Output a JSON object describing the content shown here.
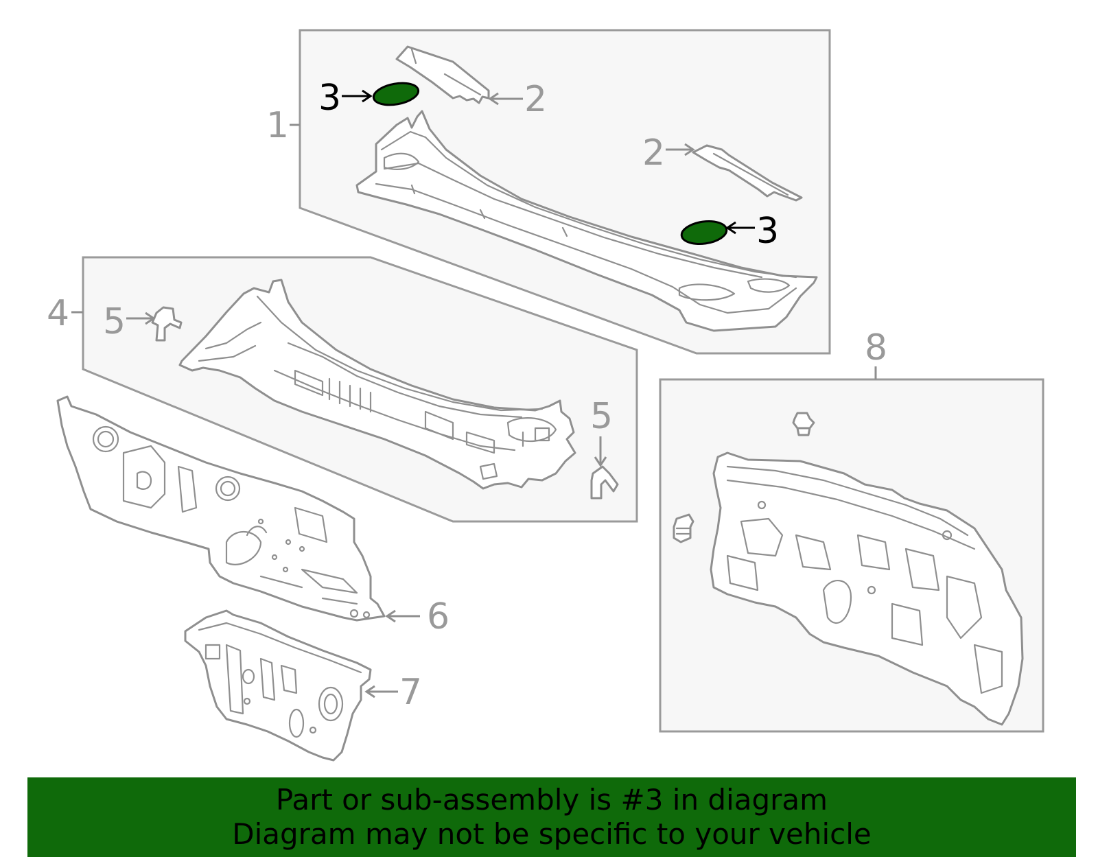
{
  "callouts": {
    "c1": "1",
    "c2a": "2",
    "c2b": "2",
    "c3a": "3",
    "c3b": "3",
    "c4": "4",
    "c5a": "5",
    "c5b": "5",
    "c6": "6",
    "c7": "7",
    "c8": "8"
  },
  "highlight": {
    "part_number": "3",
    "color": "#0f6a0a"
  },
  "footer": {
    "line1": "Part or sub-assembly is #3 in diagram",
    "line2": "Diagram may not be specific to your vehicle",
    "background": "#0f6a0a"
  }
}
